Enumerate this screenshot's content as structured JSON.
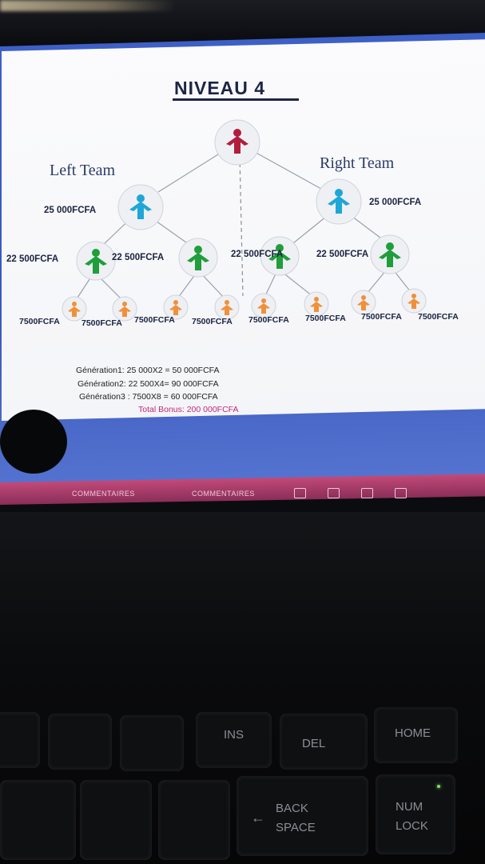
{
  "slide": {
    "title": "NIVEAU 4",
    "left_team": "Left Team",
    "right_team": "Right Team",
    "gen1_amounts": [
      "25 000FCFA",
      "25 000FCFA"
    ],
    "gen2_amounts": [
      "22 500FCFA",
      "22 500FCFA",
      "22 500FCFA",
      "22 500FCFA"
    ],
    "gen3_amounts": [
      "7500FCFA",
      "7500FCFA",
      "7500FCFA",
      "7500FCFA",
      "7500FCFA",
      "7500FCFA",
      "7500FCFA",
      "7500FCFA"
    ],
    "summary": {
      "gen1": "Génération1: 25 000X2 = 50 000FCFA",
      "gen2": "Génération2: 22 500X4=  90 000FCFA",
      "gen3": "Génération3 : 7500X8 =   60 000FCFA",
      "total": "Total Bonus: 200 000FCFA"
    },
    "colors": {
      "root": "#b01e3c",
      "level1": "#1fa6d6",
      "level2": "#1f9e3a",
      "level3": "#f0903a",
      "total": "#c0287a"
    }
  },
  "taskbar": {
    "comments_label_1": "COMMENTAIRES",
    "comments_label_2": "COMMENTAIRES"
  },
  "keyboard": {
    "ins": "INS",
    "del": "DEL",
    "home": "HOME",
    "back": "BACK",
    "space": "SPACE",
    "num": "NUM",
    "lock": "LOCK"
  }
}
